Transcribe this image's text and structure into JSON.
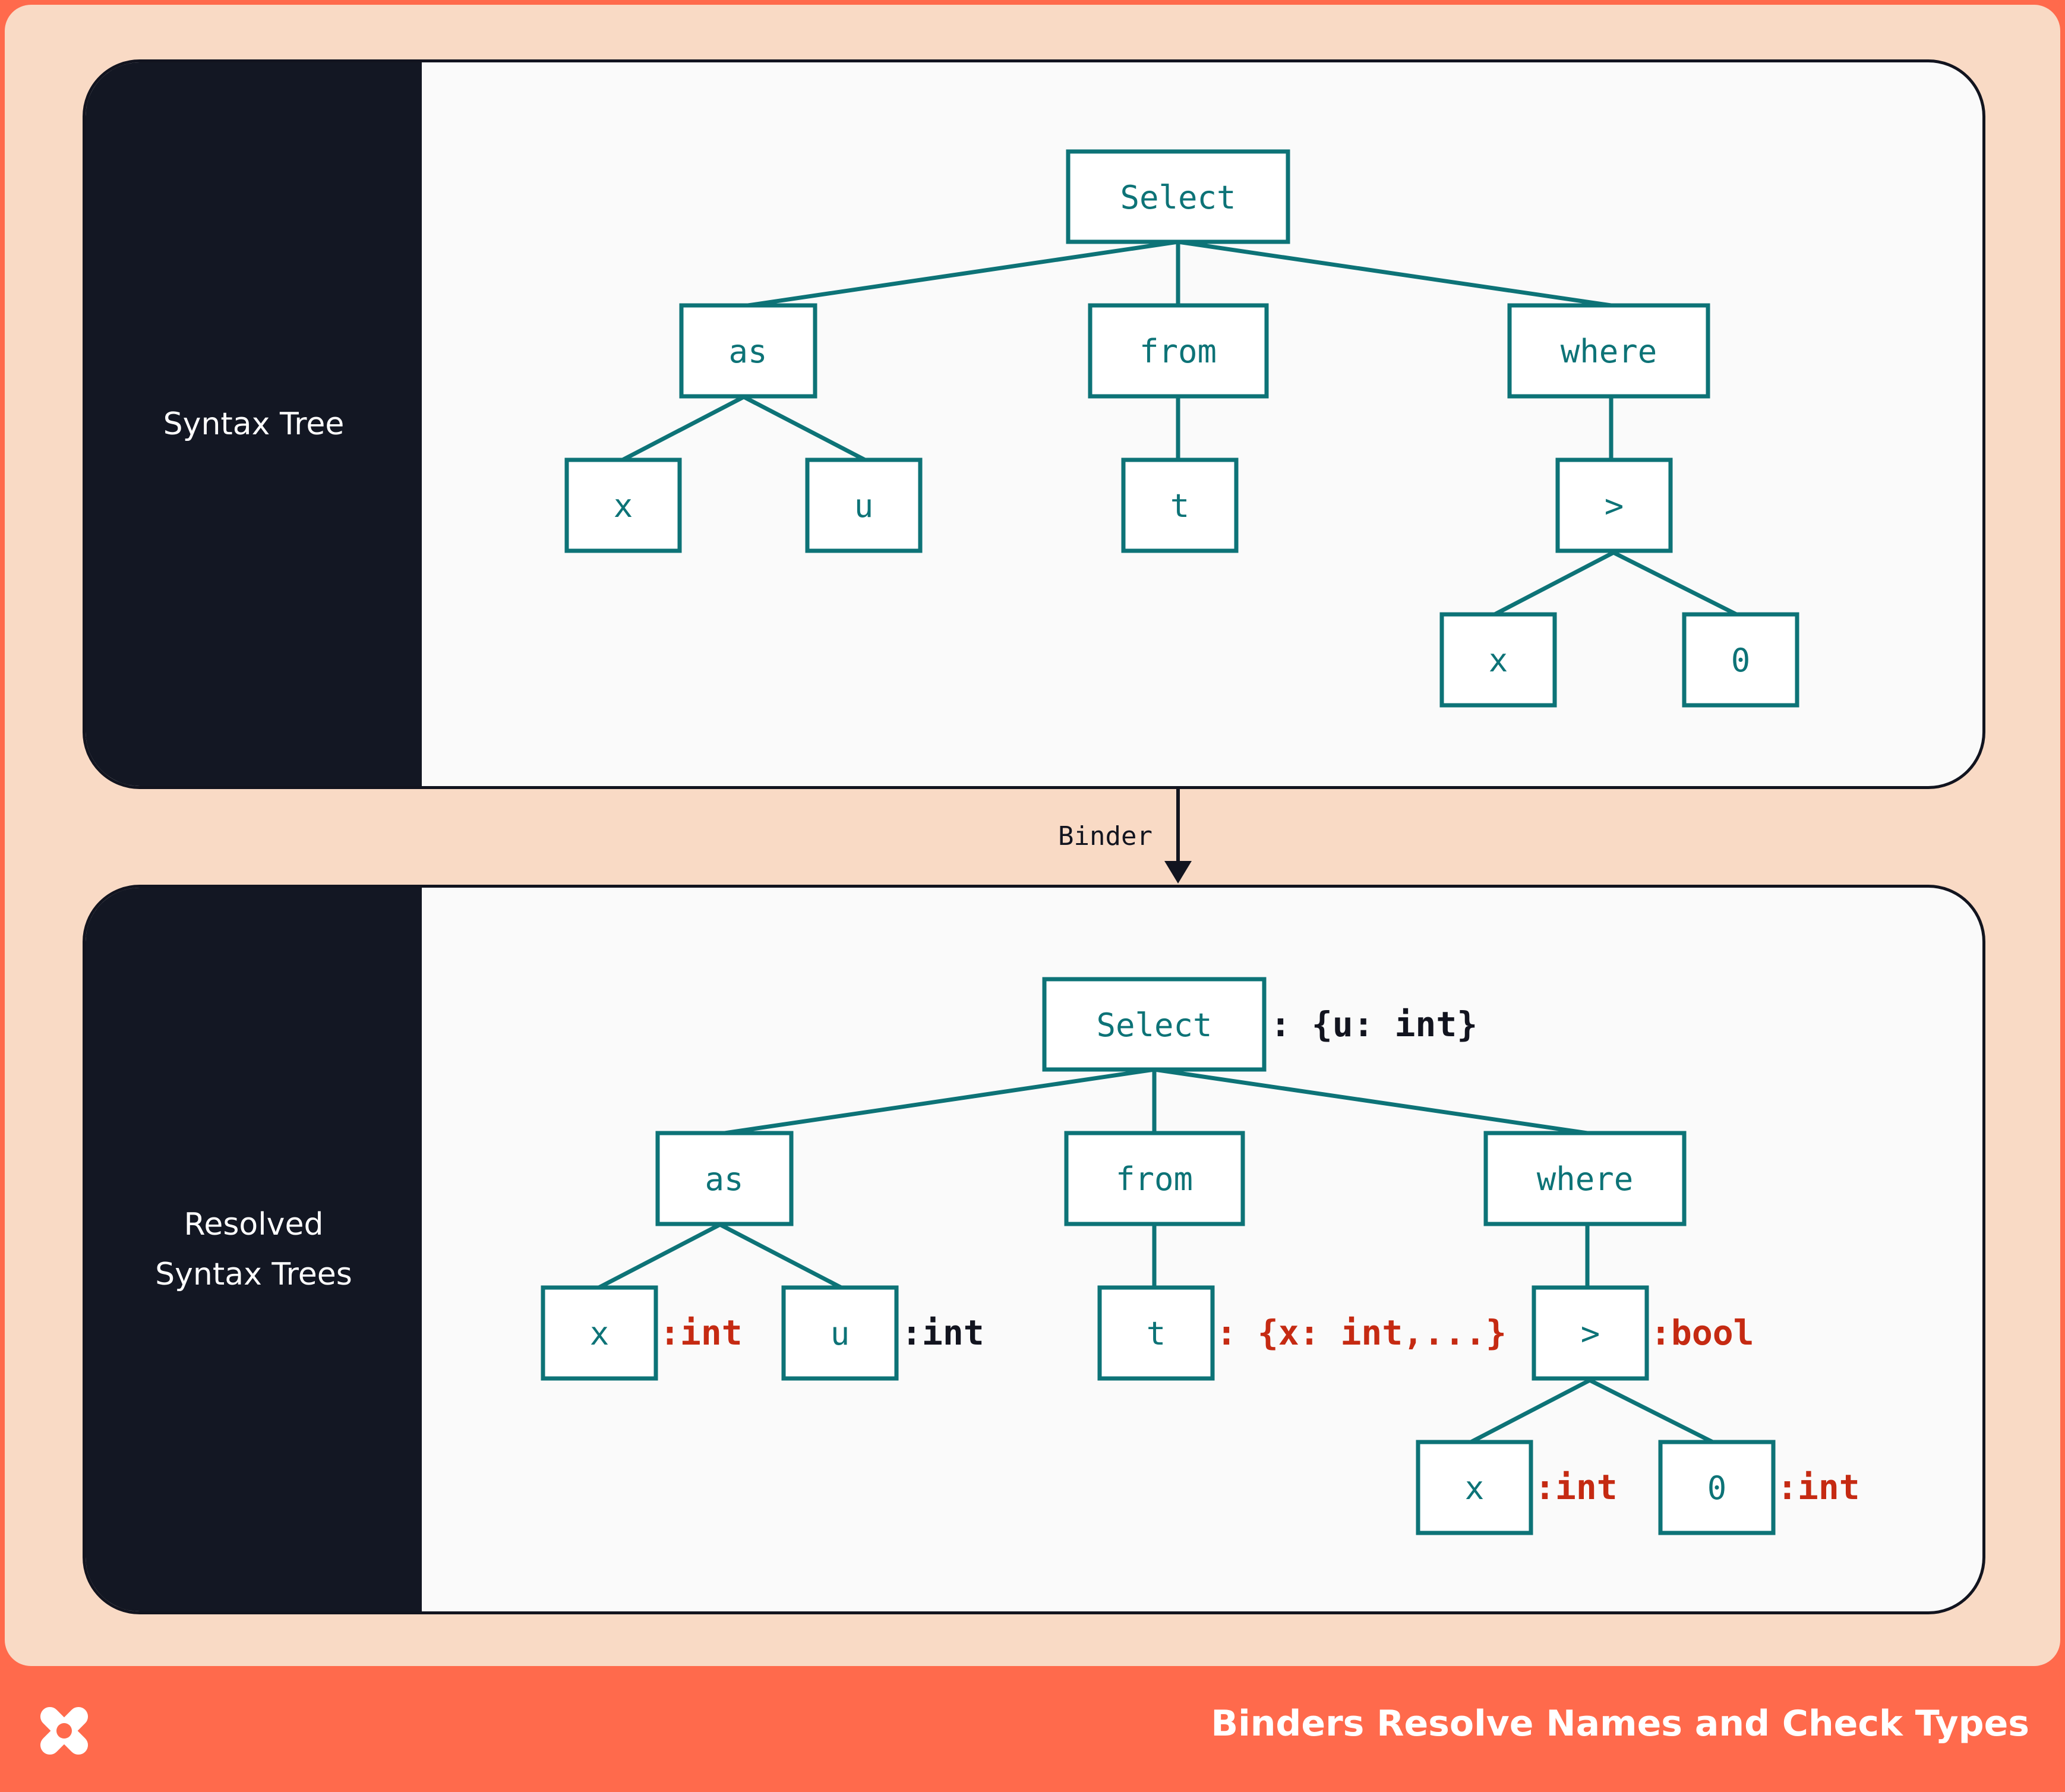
{
  "colors": {
    "background": "#F9DAC5",
    "footer": "#FF6A4C",
    "panel_side": "#131723",
    "panel_body": "#FAFAFA",
    "node": "#0D7377",
    "annotation_red": "#C52A12",
    "annotation_black": "#12141F"
  },
  "panels": [
    {
      "label": "Syntax Tree"
    },
    {
      "label": "Resolved\nSyntax Trees"
    }
  ],
  "edge_label": "Binder",
  "syntax_tree": {
    "nodes": {
      "select": "Select",
      "as": "as",
      "from": "from",
      "where": "where",
      "x": "x",
      "u": "u",
      "t": "t",
      "gt": ">",
      "x2": "x",
      "zero": "0"
    }
  },
  "resolved_tree": {
    "nodes": {
      "select": "Select",
      "as": "as",
      "from": "from",
      "where": "where",
      "x": "x",
      "u": "u",
      "t": "t",
      "gt": ">",
      "x2": "x",
      "zero": "0"
    },
    "annotations": {
      "select": ": {u: int}",
      "x": ":int",
      "u": ":int",
      "t": ": {x: int,...}",
      "gt": ":bool",
      "x2": ":int",
      "zero": ":int"
    }
  },
  "footer": {
    "logo_icon": "x-logo-icon",
    "title": "Binders Resolve Names and Check Types"
  }
}
